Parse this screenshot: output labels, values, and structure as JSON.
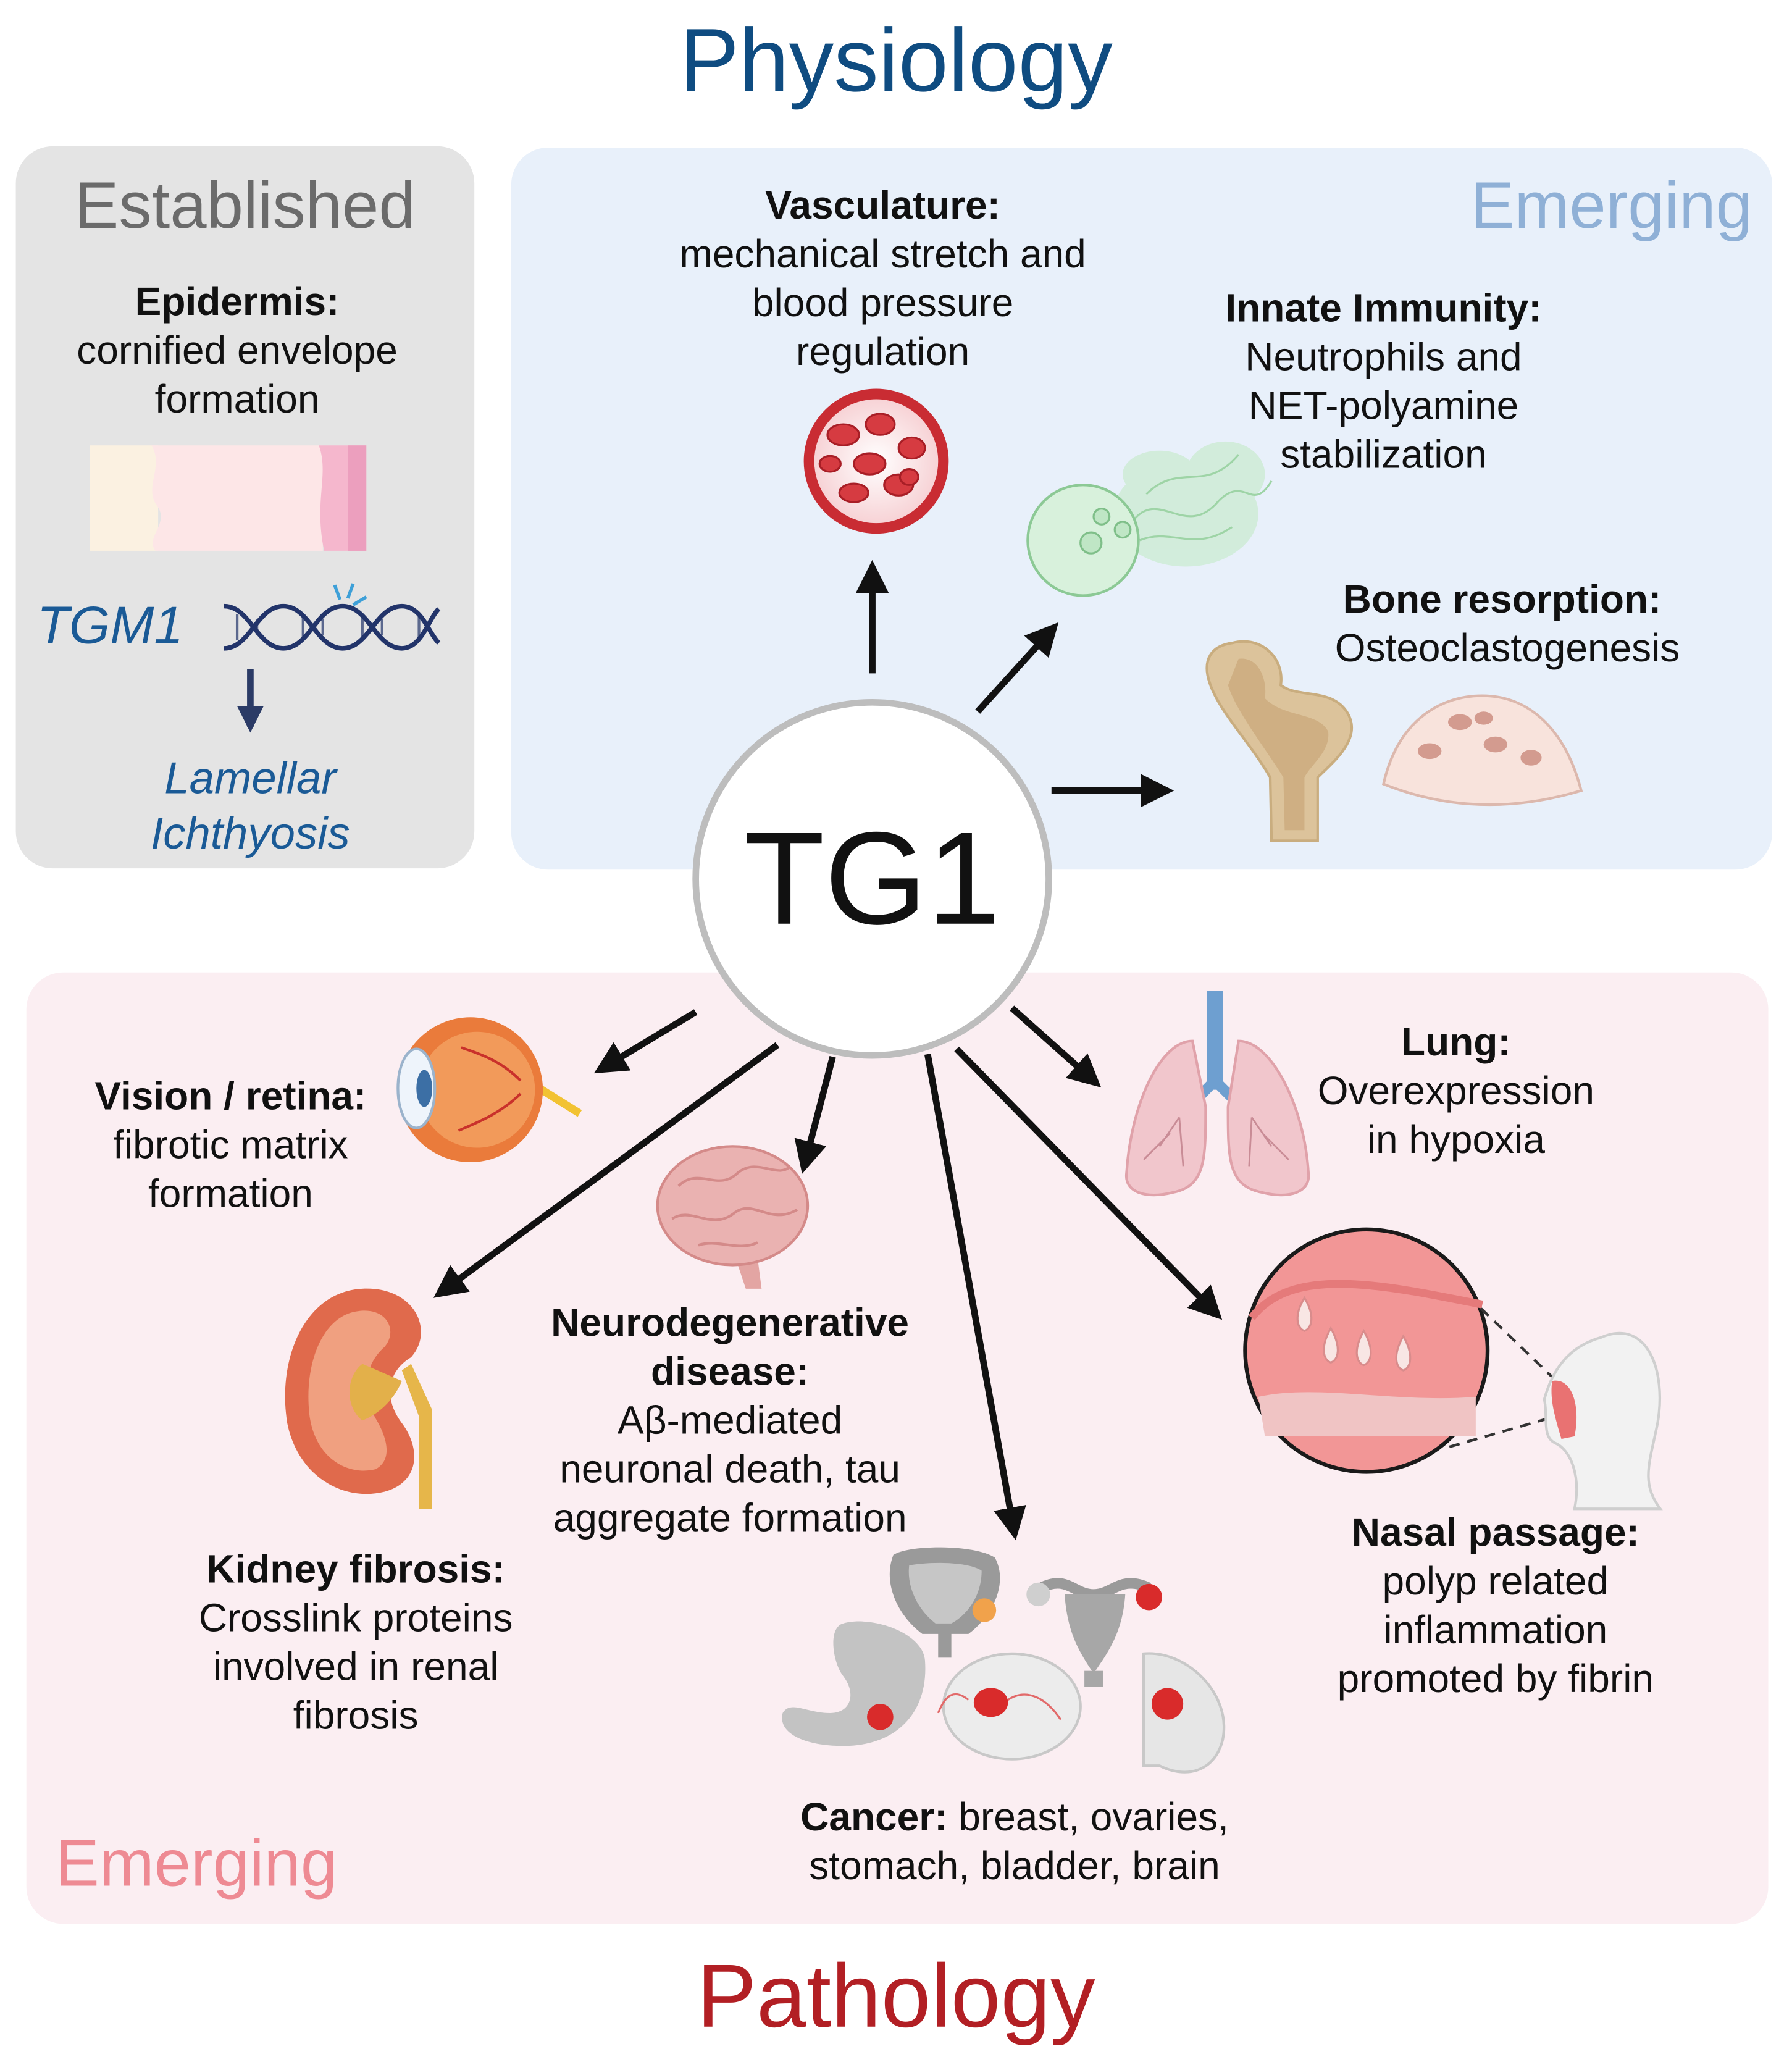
{
  "titles": {
    "top": "Physiology",
    "bottom": "Pathology"
  },
  "colors": {
    "physiology": "#0f4c81",
    "pathology": "#b21f24",
    "established_panel": "#e4e4e4",
    "established_text": "#6b6b6b",
    "physiology_panel": "#e8f0fa",
    "emerging_blue": "#8fb0d6",
    "pathology_panel": "#fbeef2",
    "emerging_pink": "#ee8a93",
    "gene_text": "#1a5a96",
    "arrow": "#111111"
  },
  "center": {
    "label": "TG1"
  },
  "established": {
    "heading": "Established",
    "epidermis_title": "Epidermis:",
    "epidermis_lines": [
      "cornified envelope",
      "formation"
    ],
    "gene": "TGM1",
    "disease_lines": [
      "Lamellar",
      "Ichthyosis"
    ]
  },
  "physiology": {
    "heading": "Emerging",
    "vasculature": {
      "title": "Vasculature:",
      "lines": [
        "mechanical stretch and",
        "blood pressure",
        "regulation"
      ]
    },
    "innate": {
      "title": "Innate Immunity:",
      "lines": [
        "Neutrophils and",
        "NET-polyamine",
        "stabilization"
      ]
    },
    "bone": {
      "title": "Bone resorption:",
      "lines": [
        "Osteoclastogenesis"
      ]
    }
  },
  "pathology": {
    "heading": "Emerging",
    "vision": {
      "title": "Vision / retina:",
      "lines": [
        "fibrotic matrix",
        "formation"
      ]
    },
    "lung": {
      "title": "Lung:",
      "lines": [
        "Overexpression",
        "in hypoxia"
      ]
    },
    "neuro": {
      "title_lines": [
        "Neurodegenerative",
        "disease:"
      ],
      "lines": [
        "Aβ-mediated",
        "neuronal death, tau",
        "aggregate formation"
      ]
    },
    "kidney": {
      "title": "Kidney fibrosis:",
      "lines": [
        "Crosslink proteins",
        "involved in renal",
        "fibrosis"
      ]
    },
    "nasal": {
      "title": "Nasal passage:",
      "lines": [
        "polyp related",
        "inflammation",
        "promoted by fibrin"
      ]
    },
    "cancer": {
      "title": "Cancer:",
      "line1_rest": " breast, ovaries,",
      "line2": "stomach, bladder, brain"
    }
  }
}
